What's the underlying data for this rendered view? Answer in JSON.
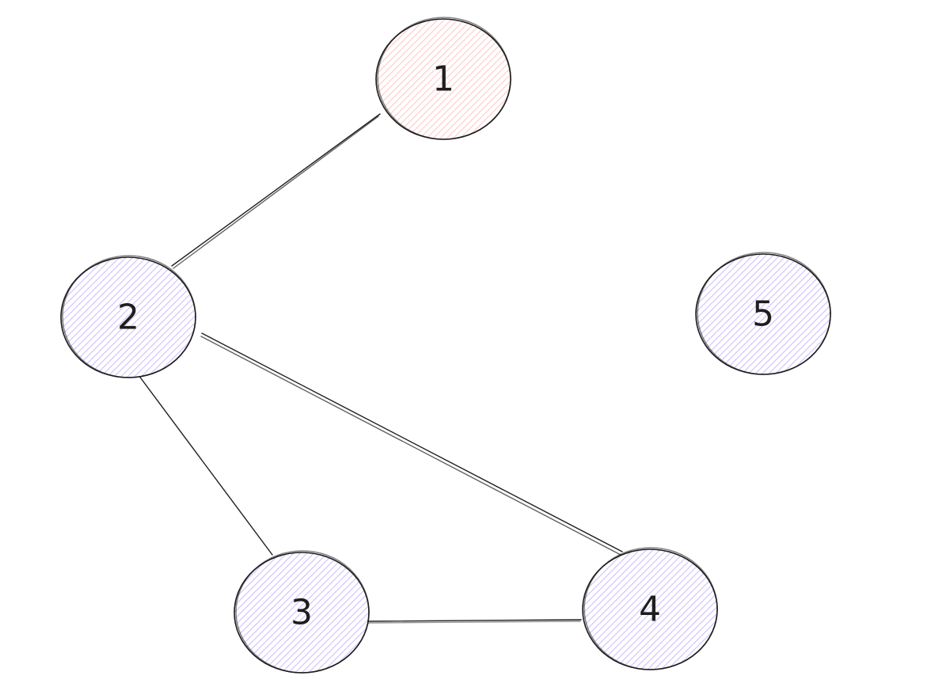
{
  "graph": {
    "nodes": [
      {
        "id": "1",
        "label": "1",
        "fill": "#ffc9c9"
      },
      {
        "id": "2",
        "label": "2",
        "fill": "#d0bfff"
      },
      {
        "id": "3",
        "label": "3",
        "fill": "#d0bfff"
      },
      {
        "id": "4",
        "label": "4",
        "fill": "#d0bfff"
      },
      {
        "id": "5",
        "label": "5",
        "fill": "#d0bfff"
      }
    ],
    "edges": [
      {
        "from": "1",
        "to": "2"
      },
      {
        "from": "2",
        "to": "3"
      },
      {
        "from": "2",
        "to": "4"
      },
      {
        "from": "3",
        "to": "4"
      }
    ]
  },
  "colors": {
    "stroke": "#1e1e1e",
    "background": "#ffffff"
  }
}
